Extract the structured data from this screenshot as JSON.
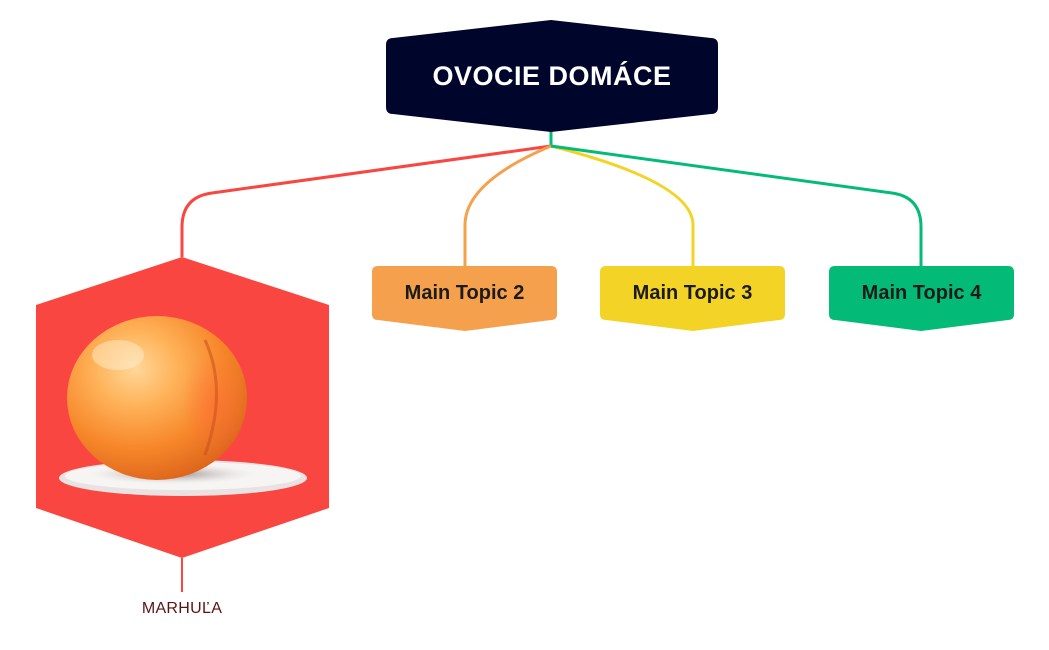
{
  "root": {
    "title": "OVOCIE DOMÁCE",
    "color": "#00052b"
  },
  "topics": [
    {
      "label": "",
      "color": "#fa4640",
      "image": "apricot"
    },
    {
      "label": "Main Topic 2",
      "color": "#f4a04c"
    },
    {
      "label": "Main Topic 3",
      "color": "#f3d426"
    },
    {
      "label": "Main Topic 4",
      "color": "#03bb77"
    }
  ],
  "subtopic": {
    "label": "MARHUĽA",
    "color": "#5b1414"
  }
}
